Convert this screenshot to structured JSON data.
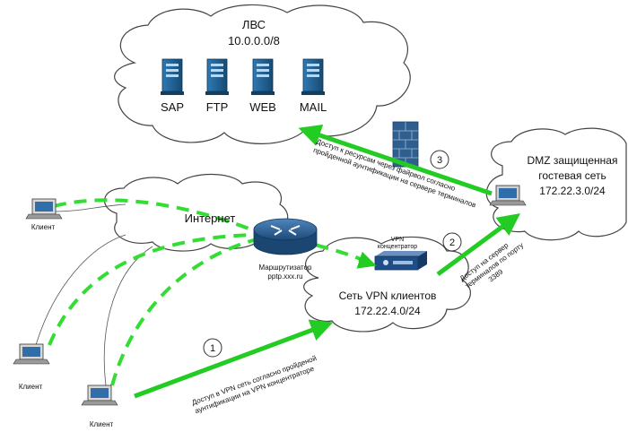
{
  "lan": {
    "title": "ЛВС",
    "subnet": "10.0.0.0/8",
    "servers": [
      "SAP",
      "FTP",
      "WEB",
      "MAIL"
    ]
  },
  "internet": {
    "title": "Интернет"
  },
  "router": {
    "label_line1": "Маршрутизатор",
    "label_line2": "pptp.xxx.ru"
  },
  "vpn_hub": {
    "label_line1": "VPN",
    "label_line2": "концентратор"
  },
  "vpn_network": {
    "title": "Сеть VPN клиентов",
    "subnet": "172.22.4.0/24"
  },
  "dmz": {
    "title_line1": "DMZ защищенная",
    "title_line2": "гостевая сеть",
    "subnet": "172.22.3.0/24"
  },
  "clients": [
    "Клиент",
    "Клиент",
    "Клиент"
  ],
  "steps": [
    {
      "number": "1",
      "text_line1": "Доступ в VPN сеть согласно пройденой",
      "text_line2": "аунтификации на VPN концентраторе"
    },
    {
      "number": "2",
      "text_line1": "Доступ на сервер",
      "text_line2": "терминалов по порту",
      "text_line3": "3389"
    },
    {
      "number": "3",
      "text_line1": "Доступ к ресурсам через файрвол согласно",
      "text_line2": "пройденной аунтификации на сервере терминалов"
    }
  ],
  "colors": {
    "arrow": "#22cc22",
    "tunnel": "#33dd33",
    "server": "#1f5d8c",
    "router": "#2a5c8a",
    "cloud_stroke": "#444444"
  }
}
